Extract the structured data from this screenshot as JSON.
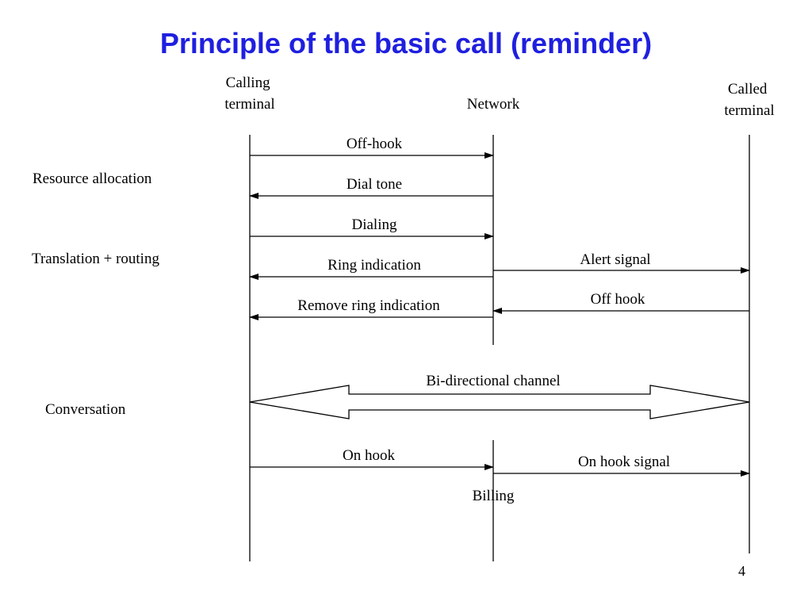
{
  "title": "Principle of the basic call (reminder)",
  "participants": {
    "calling": [
      "Calling",
      "terminal"
    ],
    "network": "Network",
    "called": [
      "Called",
      "terminal"
    ]
  },
  "messages": [
    {
      "label": "Off-hook",
      "from": "calling",
      "to": "network"
    },
    {
      "label": "Dial tone",
      "from": "network",
      "to": "calling"
    },
    {
      "label": "Dialing",
      "from": "calling",
      "to": "network"
    },
    {
      "label": "Ring indication",
      "from": "network",
      "to": "calling"
    },
    {
      "label": "Alert signal",
      "from": "network",
      "to": "called"
    },
    {
      "label": "Remove ring indication",
      "from": "network",
      "to": "calling"
    },
    {
      "label": "Off hook",
      "from": "called",
      "to": "network"
    },
    {
      "label": "Bi-directional channel",
      "from": "calling",
      "to": "called"
    },
    {
      "label": "On hook",
      "from": "calling",
      "to": "network"
    },
    {
      "label": "On hook signal",
      "from": "network",
      "to": "called"
    }
  ],
  "phases": {
    "resource_allocation": "Resource allocation",
    "translation_routing": "Translation + routing",
    "conversation": "Conversation",
    "billing": "Billing"
  },
  "page_number": "4"
}
